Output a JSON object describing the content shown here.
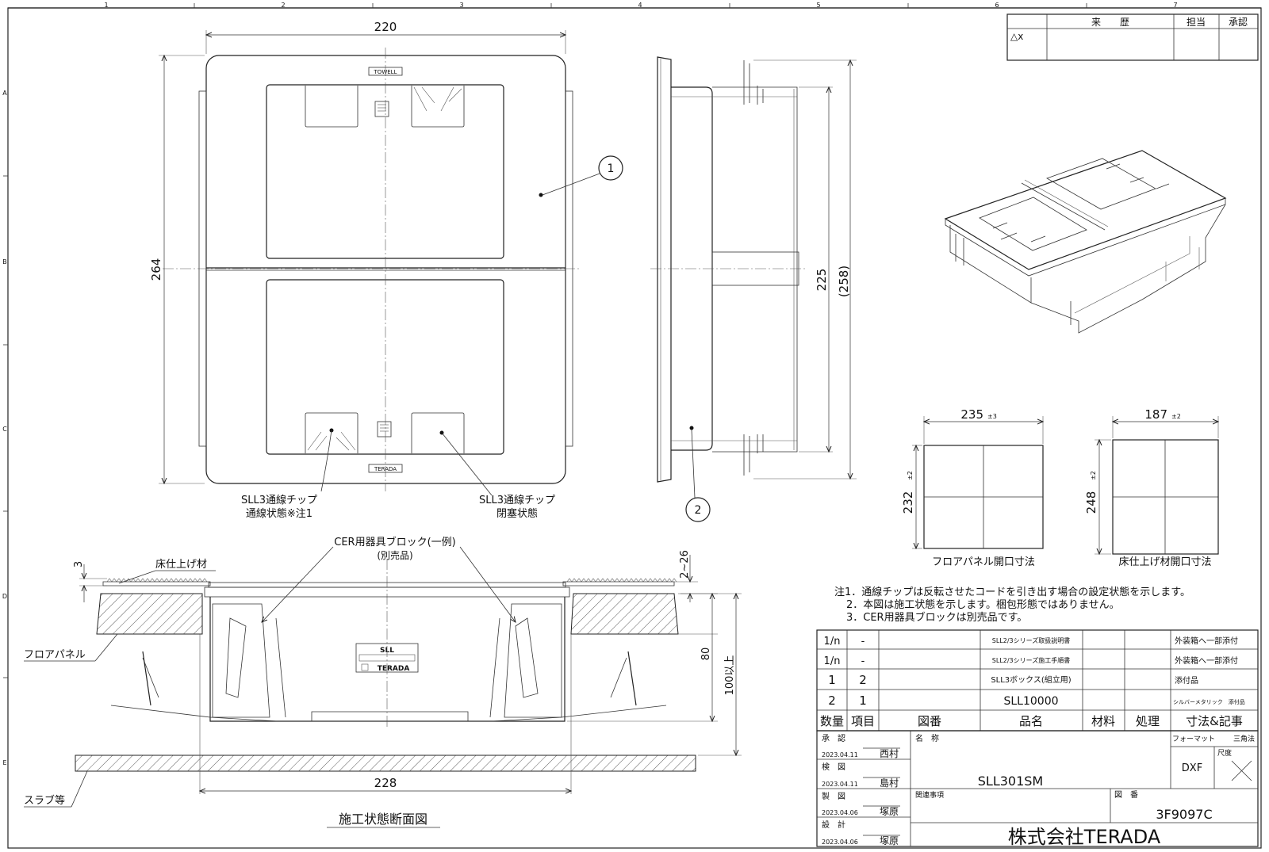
{
  "frame": {
    "columns": [
      "1",
      "2",
      "3",
      "4",
      "5",
      "6",
      "7"
    ],
    "rows": [
      "A",
      "B",
      "C",
      "D",
      "E"
    ]
  },
  "revision": {
    "header_history": "来　　歴",
    "header_person": "担当",
    "header_approve": "承認",
    "mark": "△x"
  },
  "top_view": {
    "dim_width": "220",
    "dim_height": "264",
    "label_top": "TOWELL",
    "label_bottom": "TERADA",
    "balloon": "1",
    "callout_left_line1": "SLL3通線チップ",
    "callout_left_line2": "通線状態※注1",
    "callout_right_line1": "SLL3通線チップ",
    "callout_right_line2": "閉塞状態"
  },
  "side_view": {
    "dim_225": "225",
    "dim_258": "(258)",
    "balloon": "2"
  },
  "openings": {
    "floor_panel": {
      "width": "235",
      "width_tol": "±3",
      "height": "232",
      "height_tol": "±2",
      "caption": "フロアパネル開口寸法"
    },
    "floor_finish": {
      "width": "187",
      "width_tol": "±2",
      "height": "248",
      "height_tol": "±2",
      "caption": "床仕上げ材開口寸法"
    }
  },
  "section": {
    "block_label_line1": "CER用器具ブロック(一例)",
    "block_label_line2": "(別売品)",
    "finish_label": "床仕上げ材",
    "dim_3": "3",
    "dim_2_26": "2~26",
    "dim_80": "80",
    "dim_100": "100以上",
    "floor_panel_label": "フロアパネル",
    "slab_label": "スラブ等",
    "dim_228": "228",
    "box_label_top": "SLL",
    "box_label_bottom": "TERADA",
    "caption": "施工状態断面図"
  },
  "notes": [
    "注1．通線チップは反転させたコードを引き出す場合の設定状態を示します。",
    "2．本図は施工状態を示します。梱包形態ではありません。",
    "3．CER用器具ブロックは別売品です。"
  ],
  "parts_table": {
    "rows": [
      {
        "qty": "1/n",
        "item": "-",
        "dwg": "",
        "name": "SLL2/3シリーズ取扱説明書",
        "material": "",
        "process": "",
        "note": "外装箱へ一部添付"
      },
      {
        "qty": "1/n",
        "item": "-",
        "dwg": "",
        "name": "SLL2/3シリーズ施工手順書",
        "material": "",
        "process": "",
        "note": "外装箱へ一部添付"
      },
      {
        "qty": "1",
        "item": "2",
        "dwg": "",
        "name": "SLL3ボックス(組立用)",
        "material": "",
        "process": "",
        "note": "添付品"
      },
      {
        "qty": "2",
        "item": "1",
        "dwg": "",
        "name": "SLL10000",
        "material": "",
        "process": "",
        "note": "シルバーメタリック　添付品"
      }
    ],
    "headers": [
      "数量",
      "項目",
      "図番",
      "品名",
      "材料",
      "処理",
      "寸法&記事"
    ]
  },
  "title_block": {
    "approve_label": "承　認",
    "approve_date": "2023.04.11",
    "approve_name": "西村",
    "check_label": "検　図",
    "check_date": "2023.04.11",
    "check_name": "島村",
    "draw_label": "製　図",
    "draw_date": "2023.04.06",
    "draw_name": "塚原",
    "design_label": "設　計",
    "design_date": "2023.04.06",
    "design_name": "塚原",
    "name_label": "名　称",
    "product_name": "SLL301SM",
    "related_label": "関連事項",
    "format_label": "フォーマット",
    "projection": "三角法",
    "format_value": "DXF",
    "scale_label": "尺度",
    "drawing_no_label": "図　番",
    "drawing_no": "3F9097C",
    "company": "株式会社TERADA"
  }
}
